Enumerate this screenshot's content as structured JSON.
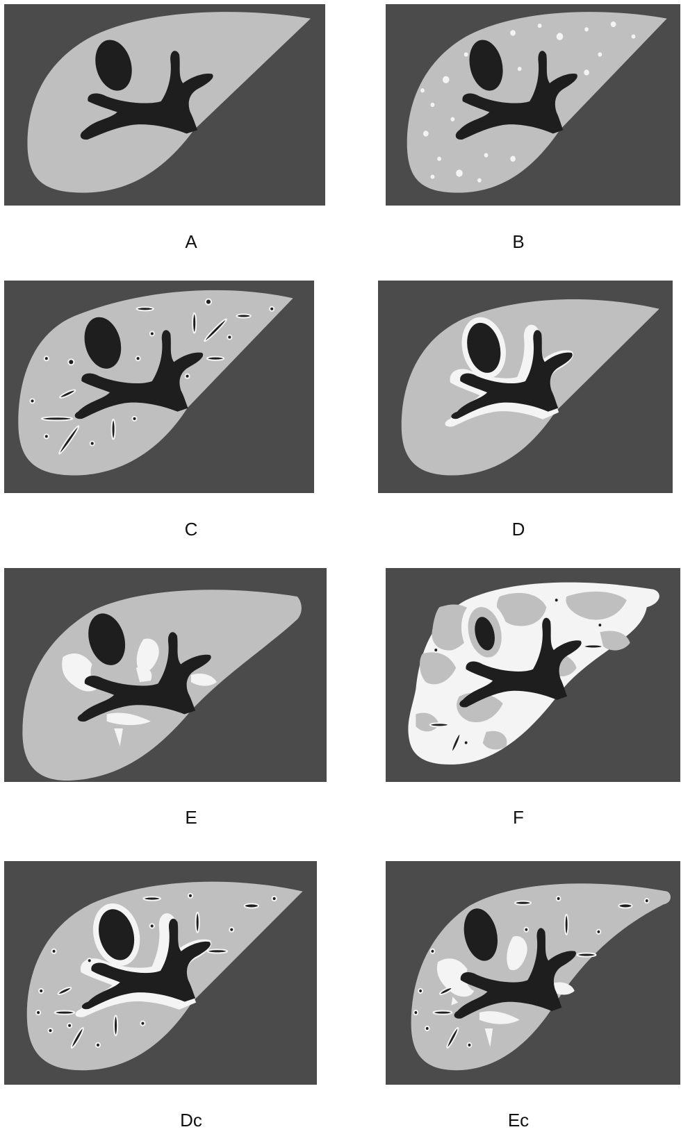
{
  "colors": {
    "background": "#4b4b4b",
    "liver": "#bfbfbf",
    "lesion_bright": "#f4f4f4",
    "vessel_dark": "#1e1e1e"
  },
  "panels": [
    {
      "id": "A",
      "label": "A",
      "lesions": "none"
    },
    {
      "id": "B",
      "label": "B",
      "lesions": "small bright dots"
    },
    {
      "id": "C",
      "label": "C",
      "lesions": "rods and dots"
    },
    {
      "id": "D",
      "label": "D",
      "lesions": "periportal bright rim"
    },
    {
      "id": "E",
      "label": "E",
      "lesions": "patchy bright around vessels"
    },
    {
      "id": "F",
      "label": "F",
      "lesions": "diffuse bright patches"
    },
    {
      "id": "Dc",
      "label": "Dc",
      "lesions": "D combined with C"
    },
    {
      "id": "Ec",
      "label": "Ec",
      "lesions": "E combined with C"
    }
  ]
}
